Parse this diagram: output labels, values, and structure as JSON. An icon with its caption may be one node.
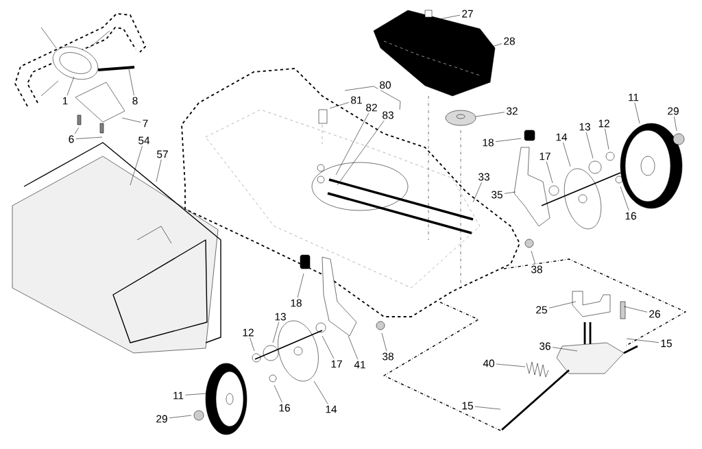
{
  "diagram": {
    "nodes": [
      {
        "text": [
          "27"
        ]
      },
      {
        "text": [
          "28"
        ]
      },
      {
        "text": [
          "1"
        ]
      },
      {
        "text": [
          "8"
        ]
      },
      {
        "text": [
          "80"
        ]
      },
      {
        "text": [
          "81"
        ]
      },
      {
        "text": [
          "82"
        ]
      },
      {
        "text": [
          "83"
        ]
      },
      {
        "text": [
          "11"
        ]
      },
      {
        "text": [
          "29"
        ]
      },
      {
        "text": [
          "32"
        ]
      },
      {
        "text": [
          "7"
        ]
      },
      {
        "text": [
          "6"
        ]
      },
      {
        "text": [
          "13"
        ]
      },
      {
        "text": [
          "12"
        ]
      },
      {
        "text": [
          "14"
        ]
      },
      {
        "text": [
          "18"
        ]
      },
      {
        "text": [
          "54"
        ]
      },
      {
        "text": [
          "57"
        ]
      },
      {
        "text": [
          "17"
        ]
      },
      {
        "text": [
          "33"
        ]
      },
      {
        "text": [
          "35"
        ]
      },
      {
        "text": [
          "16"
        ]
      },
      {
        "text": [
          "38"
        ]
      },
      {
        "text": [
          "18"
        ]
      },
      {
        "text": [
          "13"
        ]
      },
      {
        "text": [
          "25"
        ]
      },
      {
        "text": [
          "26"
        ]
      },
      {
        "text": [
          "12"
        ]
      },
      {
        "text": [
          "36"
        ]
      },
      {
        "text": [
          "15"
        ]
      },
      {
        "text": [
          "17"
        ]
      },
      {
        "text": [
          "41"
        ]
      },
      {
        "text": [
          "38"
        ]
      },
      {
        "text": [
          "40"
        ]
      },
      {
        "text": [
          "11"
        ]
      },
      {
        "text": [
          "16"
        ]
      },
      {
        "text": [
          "14"
        ]
      },
      {
        "text": [
          "15"
        ]
      },
      {
        "text": [
          "29"
        ]
      }
    ],
    "edges": [
      {
        "from": 0,
        "to": null,
        "arrow": "none"
      },
      {
        "from": 1,
        "to": null,
        "arrow": "none"
      },
      {
        "from": 2,
        "to": null,
        "arrow": "none"
      },
      {
        "from": 3,
        "to": null,
        "arrow": "none"
      },
      {
        "from": 5,
        "to": null,
        "arrow": "none"
      },
      {
        "from": 6,
        "to": null,
        "arrow": "none"
      },
      {
        "from": 7,
        "to": null,
        "arrow": "none"
      },
      {
        "from": 8,
        "to": null,
        "arrow": "none"
      },
      {
        "from": 9,
        "to": null,
        "arrow": "none"
      },
      {
        "from": 10,
        "to": null,
        "arrow": "none"
      },
      {
        "from": 11,
        "to": null,
        "arrow": "none"
      },
      {
        "from": 12,
        "to": null,
        "arrow": "none"
      },
      {
        "from": 12,
        "to": null,
        "arrow": "none"
      },
      {
        "from": 13,
        "to": null,
        "arrow": "none"
      },
      {
        "from": 14,
        "to": null,
        "arrow": "none"
      },
      {
        "from": 15,
        "to": null,
        "arrow": "none"
      },
      {
        "from": 16,
        "to": null,
        "arrow": "none"
      },
      {
        "from": 17,
        "to": null,
        "arrow": "none"
      },
      {
        "from": 18,
        "to": null,
        "arrow": "none"
      },
      {
        "from": 19,
        "to": null,
        "arrow": "none"
      },
      {
        "from": 20,
        "to": null,
        "arrow": "none"
      },
      {
        "from": 21,
        "to": null,
        "arrow": "none"
      },
      {
        "from": 22,
        "to": null,
        "arrow": "none"
      },
      {
        "from": 23,
        "to": null,
        "arrow": "none"
      },
      {
        "from": 24,
        "to": null,
        "arrow": "none"
      },
      {
        "from": 25,
        "to": null,
        "arrow": "none"
      },
      {
        "from": 26,
        "to": null,
        "arrow": "none"
      },
      {
        "from": 27,
        "to": null,
        "arrow": "none"
      },
      {
        "from": 28,
        "to": null,
        "arrow": "none"
      },
      {
        "from": 29,
        "to": null,
        "arrow": "none"
      },
      {
        "from": 30,
        "to": null,
        "arrow": "none"
      },
      {
        "from": 31,
        "to": null,
        "arrow": "none"
      },
      {
        "from": 32,
        "to": null,
        "arrow": "none"
      },
      {
        "from": 33,
        "to": null,
        "arrow": "none"
      },
      {
        "from": 34,
        "to": null,
        "arrow": "none"
      },
      {
        "from": 35,
        "to": null,
        "arrow": "none"
      },
      {
        "from": 36,
        "to": null,
        "arrow": "none"
      },
      {
        "from": 37,
        "to": null,
        "arrow": "none"
      },
      {
        "from": 38,
        "to": null,
        "arrow": "none"
      },
      {
        "from": 39,
        "to": null,
        "arrow": "none"
      }
    ]
  }
}
